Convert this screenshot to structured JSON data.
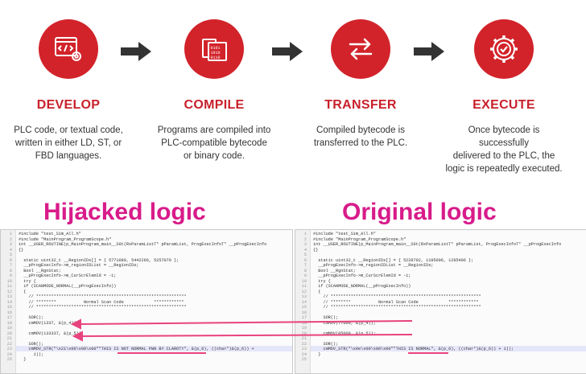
{
  "steps": [
    {
      "title": "DEVELOP",
      "desc": [
        "PLC code, or textual code,",
        "written in either LD, ST, or",
        "FBD languages."
      ],
      "icon": "code-gear-icon"
    },
    {
      "title": "COMPILE",
      "desc": [
        "Programs are compiled into",
        "PLC-compatible bytecode",
        "or binary code."
      ],
      "icon": "binary-file-icon"
    },
    {
      "title": "TRANSFER",
      "desc": [
        "Compiled bytecode is",
        "transferred to the PLC."
      ],
      "icon": "transfer-arrows-icon"
    },
    {
      "title": "EXECUTE",
      "desc": [
        "Once bytecode is successfully",
        "delivered to the PLC, the",
        "logic is repeatedly executed."
      ],
      "icon": "gear-check-icon"
    }
  ],
  "labels": {
    "hijacked": "Hijacked logic",
    "original": "Original logic"
  },
  "colors": {
    "brand_red": "#d2232a",
    "title_red": "#c8202a",
    "magenta": "#d81b8a",
    "pink": "#e8437e"
  },
  "code_left": [
    "#include \"test_Sim_All.h\"",
    "#include \"MainProgram_ProgramScope.h\"",
    "int __USER_ROUTINE(p_MainProgram_main__S0t(RxParamListT* pParamList, ProgExecInfoT* __pProgExecInfo",
    "{}",
    "",
    "  static uint32_t __RegionIDs[] = { 5771080, 5442266, 5257070 };",
    "  __pProgExecInfo->m_regionIDList = __RegionIDs;",
    "  Bool __RgnStat;",
    "  __pProgExecInfo->m_CurScrElemId = -1;",
    "  try {",
    "  if (SCANMODE_NORMAL(__pProgExecInfo))",
    "  {",
    "    // ************************************************************",
    "    // ********           Normal Scan Code            ************",
    "    // ************************************************************",
    "",
    "    SOR();",
    "    cmMOV(1337, &(p_4));",
    "",
    "    cmMOV(133337, &(p_5));",
    "",
    "    SOR();",
    "    cmMOV_STR(\"\\x21\\x00\\x00\\x00\"\"THIS IS NOT NORMAL PWN BY CLAROTY\", &(p_6), ((char*)&(p_6)) +",
    "      1));",
    "  }"
  ],
  "code_right": [
    "#include \"test_Sim_All.h\"",
    "#include \"MainProgram_ProgramScope.h\"",
    "int __USER_ROUTINE(p_MainProgram_main__S0t(RxParamListT* pParamList, ProgExecInfoT* __pProgExecInfo",
    "{}",
    "",
    "  static uint32_t __RegionIDs[] = { 5228702, 1195006, 1285406 };",
    "  __pProgExecInfo->m_regionIDList = __RegionIDs;",
    "  Bool __RgnStat;",
    "  __pProgExecInfo->m_CurScrElemId = -1;",
    "  try {",
    "  if (SCANMODE_NORMAL(__pProgExecInfo))",
    "  {",
    "    // ************************************************************",
    "    // ********           Normal Scan Code            ************",
    "    // ************************************************************",
    "",
    "    SOR();",
    "    cmMOV(77000, &(p_4));",
    "",
    "    cmMOV(85000, &(p_5));",
    "",
    "    SOR();",
    "    cmMOV_STR(\"\\x0e\\x00\\x00\\x00\"\"THIS IS NORMAL\", &(p_6), ((char*)&(p_6)) + 1));",
    "  }",
    ""
  ]
}
